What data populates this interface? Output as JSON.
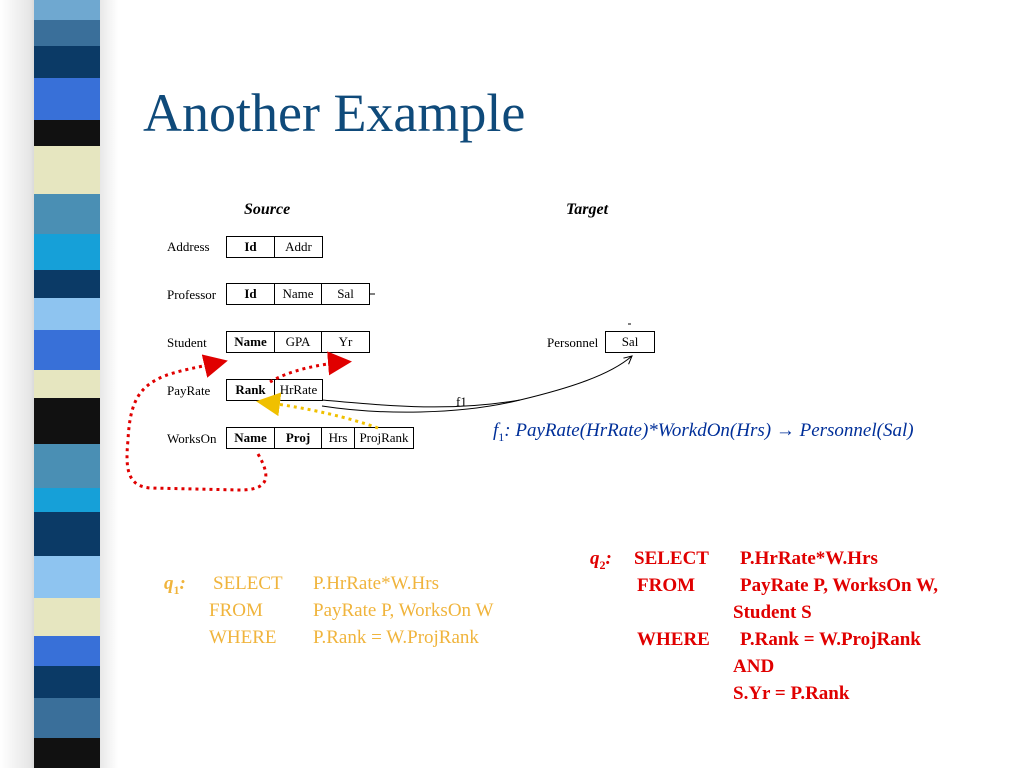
{
  "slide": {
    "title": "Another Example"
  },
  "diagram": {
    "source_header": "Source",
    "target_header": "Target",
    "mapping_label": "f1",
    "source_relations": [
      {
        "name": "Address",
        "attrs": [
          {
            "label": "Id",
            "key": true
          },
          {
            "label": "Addr",
            "key": false
          }
        ]
      },
      {
        "name": "Professor",
        "attrs": [
          {
            "label": "Id",
            "key": true
          },
          {
            "label": "Name",
            "key": false
          },
          {
            "label": "Sal",
            "key": false
          }
        ]
      },
      {
        "name": "Student",
        "attrs": [
          {
            "label": "Name",
            "key": true
          },
          {
            "label": "GPA",
            "key": false
          },
          {
            "label": "Yr",
            "key": false
          }
        ]
      },
      {
        "name": "PayRate",
        "attrs": [
          {
            "label": "Rank",
            "key": true
          },
          {
            "label": "HrRate",
            "key": false
          }
        ]
      },
      {
        "name": "WorksOn",
        "attrs": [
          {
            "label": "Name",
            "key": true
          },
          {
            "label": "Proj",
            "key": true
          },
          {
            "label": "Hrs",
            "key": false
          },
          {
            "label": "ProjRank",
            "key": false
          }
        ]
      }
    ],
    "target_relations": [
      {
        "name": "Personnel",
        "attrs": [
          {
            "label": "Sal",
            "key": false
          }
        ]
      }
    ]
  },
  "mapping_formula": {
    "label": "f",
    "sub": "1",
    "text": ": PayRate(HrRate)*WorkdOn(Hrs) → Personnel(Sal)"
  },
  "query1": {
    "label": "q",
    "sub": "1",
    "colon": ":",
    "lines": [
      {
        "keyword": "SELECT",
        "expr": "P.HrRate*W.Hrs"
      },
      {
        "keyword": "FROM",
        "expr": "PayRate P, WorksOn W"
      },
      {
        "keyword": "WHERE",
        "expr": "P.Rank = W.ProjRank"
      }
    ]
  },
  "query2": {
    "label": "q",
    "sub": "2",
    "colon": ":",
    "lines": [
      {
        "keyword": "SELECT",
        "expr": "P.HrRate*W.Hrs"
      },
      {
        "keyword": "FROM",
        "expr": "PayRate P, WorksOn W,"
      },
      {
        "keyword": "",
        "expr": "Student S"
      },
      {
        "keyword": "WHERE",
        "expr": "P.Rank = W.ProjRank"
      },
      {
        "keyword": "",
        "expr": "AND"
      },
      {
        "keyword": "",
        "expr": "S.Yr = P.Rank"
      }
    ]
  },
  "colors": {
    "title": "#0f4a7a",
    "formula": "#002f99",
    "query1": "#f0b43c",
    "query2": "#e00000",
    "arrow_red": "#e00000",
    "arrow_yellow": "#f0c000",
    "stripes": [
      "#3a6f9a",
      "#6fa8d0",
      "#0b3a66",
      "#3870d8",
      "#e6e6c0",
      "#1b1b1b",
      "#4a90b8",
      "#16a0d8",
      "#8ec4f0",
      "#ffffff"
    ]
  }
}
